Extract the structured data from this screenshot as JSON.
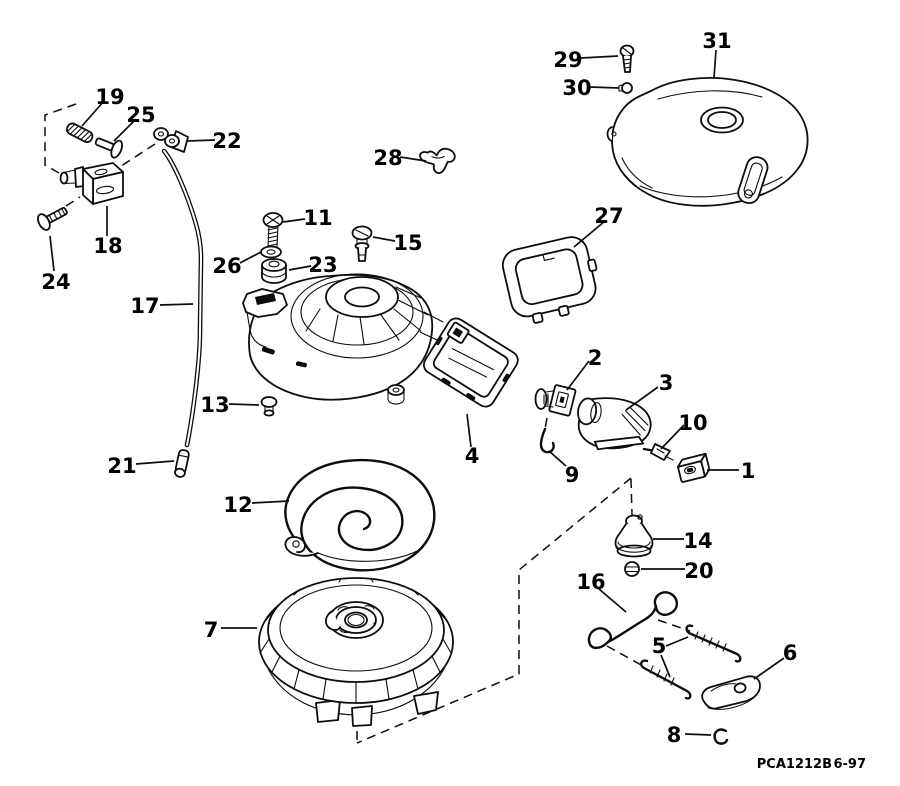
{
  "callouts": {
    "p1": "1",
    "p2": "2",
    "p3": "3",
    "p4": "4",
    "p5": "5",
    "p6": "6",
    "p7": "7",
    "p8": "8",
    "p9": "9",
    "p10": "10",
    "p11": "11",
    "p12": "12",
    "p13": "13",
    "p14": "14",
    "p15": "15",
    "p16": "16",
    "p17": "17",
    "p18": "18",
    "p19": "19",
    "p20": "20",
    "p21": "21",
    "p22": "22",
    "p23": "23",
    "p24": "24",
    "p25": "25",
    "p26": "26",
    "p27": "27",
    "p28": "28",
    "p29": "29",
    "p30": "30",
    "p31": "31"
  },
  "footer": {
    "code": "PCA1212B",
    "date": "6-97"
  }
}
